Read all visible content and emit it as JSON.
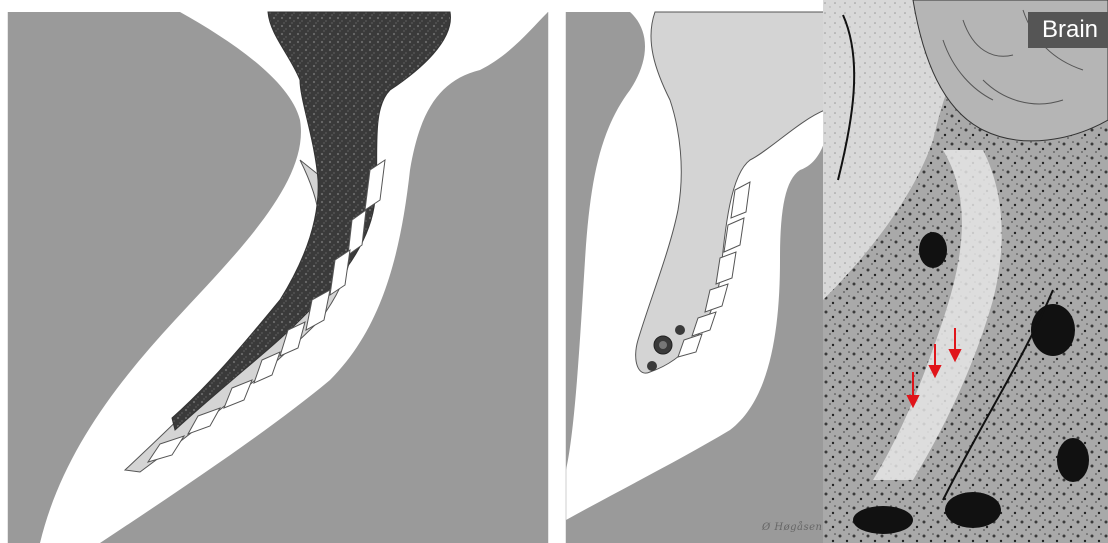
{
  "figure": {
    "panels": [
      {
        "id": "a",
        "kind": "schematic-illustration"
      },
      {
        "id": "b",
        "kind": "schematic-illustration"
      },
      {
        "id": "c",
        "kind": "histology-micrograph",
        "label": "Brain"
      }
    ],
    "signature_text": "Ø Høgåsen",
    "arrow_count": 3,
    "colors": {
      "tissue_grey": "#9a9a9a",
      "light_grey": "#d4d4d4",
      "dark_stipple": "#3f3f3f",
      "arrow_red": "#e0141a",
      "label_bg": "#555555"
    }
  }
}
